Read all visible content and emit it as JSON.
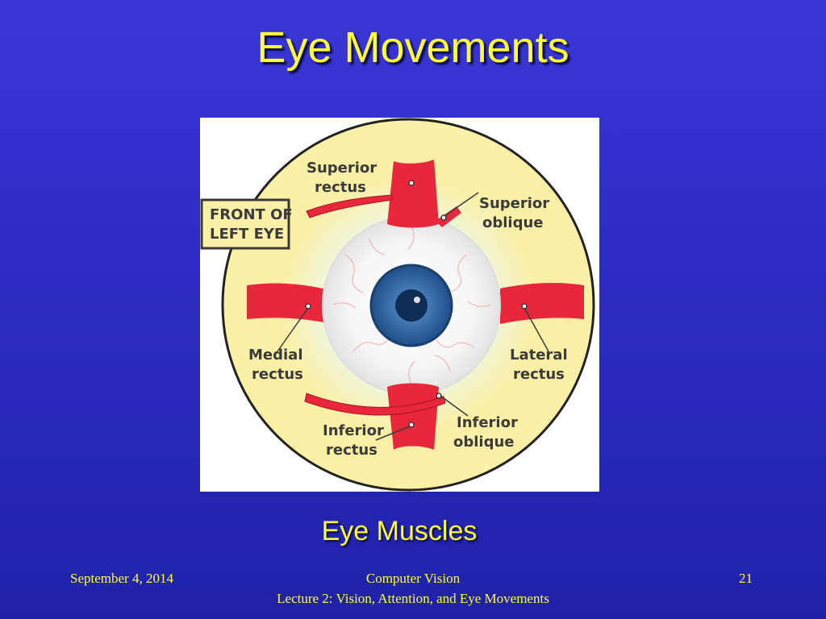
{
  "slide": {
    "title": "Eye Movements",
    "caption": "Eye Muscles"
  },
  "diagram": {
    "box_line1": "FRONT OF",
    "box_line2": "LEFT EYE",
    "superior_rectus": [
      "Superior",
      "rectus"
    ],
    "superior_oblique": [
      "Superior",
      "oblique"
    ],
    "medial_rectus": [
      "Medial",
      "rectus"
    ],
    "lateral_rectus": [
      "Lateral",
      "rectus"
    ],
    "inferior_rectus": [
      "Inferior",
      "rectus"
    ],
    "inferior_oblique": [
      "Inferior",
      "oblique"
    ],
    "colors": {
      "orbit": "#fbf0a6",
      "orbit_border": "#222222",
      "muscle": "#e8283a",
      "sclera": "#ffffff",
      "iris": "#2f6fb0",
      "pupil": "#0d2d55"
    }
  },
  "footer": {
    "date": "September 4, 2014",
    "course": "Computer Vision",
    "lecture": "Lecture 2: Vision, Attention, and Eye Movements",
    "page": "21"
  }
}
